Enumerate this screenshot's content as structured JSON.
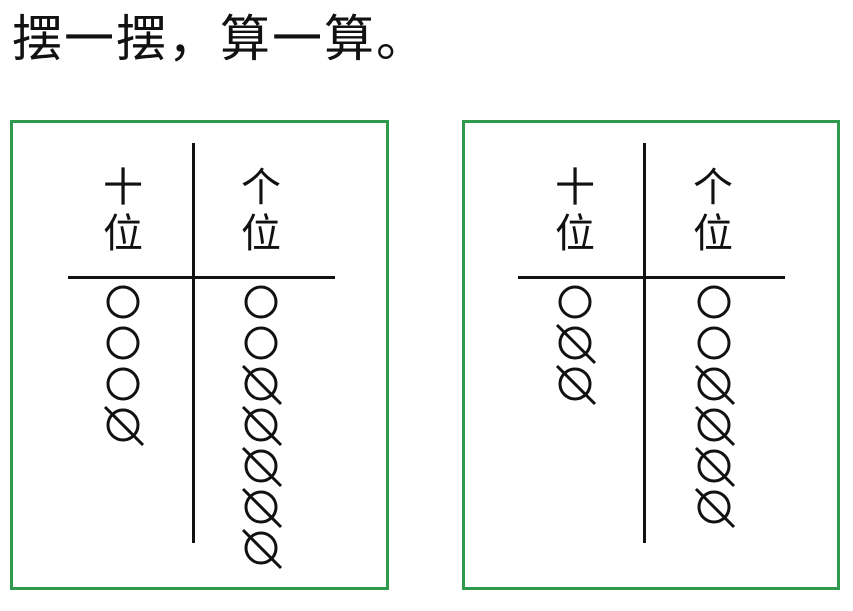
{
  "title": "摆一摆，算一算。",
  "colors": {
    "frame": "#2e9a4e",
    "ink": "#111111"
  },
  "panels": [
    {
      "tens_label": [
        "十",
        "位"
      ],
      "ones_label": [
        "个",
        "位"
      ],
      "tens": {
        "total": 4,
        "crossed": 1
      },
      "ones": {
        "total": 7,
        "crossed": 5
      }
    },
    {
      "tens_label": [
        "十",
        "位"
      ],
      "ones_label": [
        "个",
        "位"
      ],
      "tens": {
        "total": 3,
        "crossed": 2
      },
      "ones": {
        "total": 6,
        "crossed": 4
      }
    }
  ]
}
